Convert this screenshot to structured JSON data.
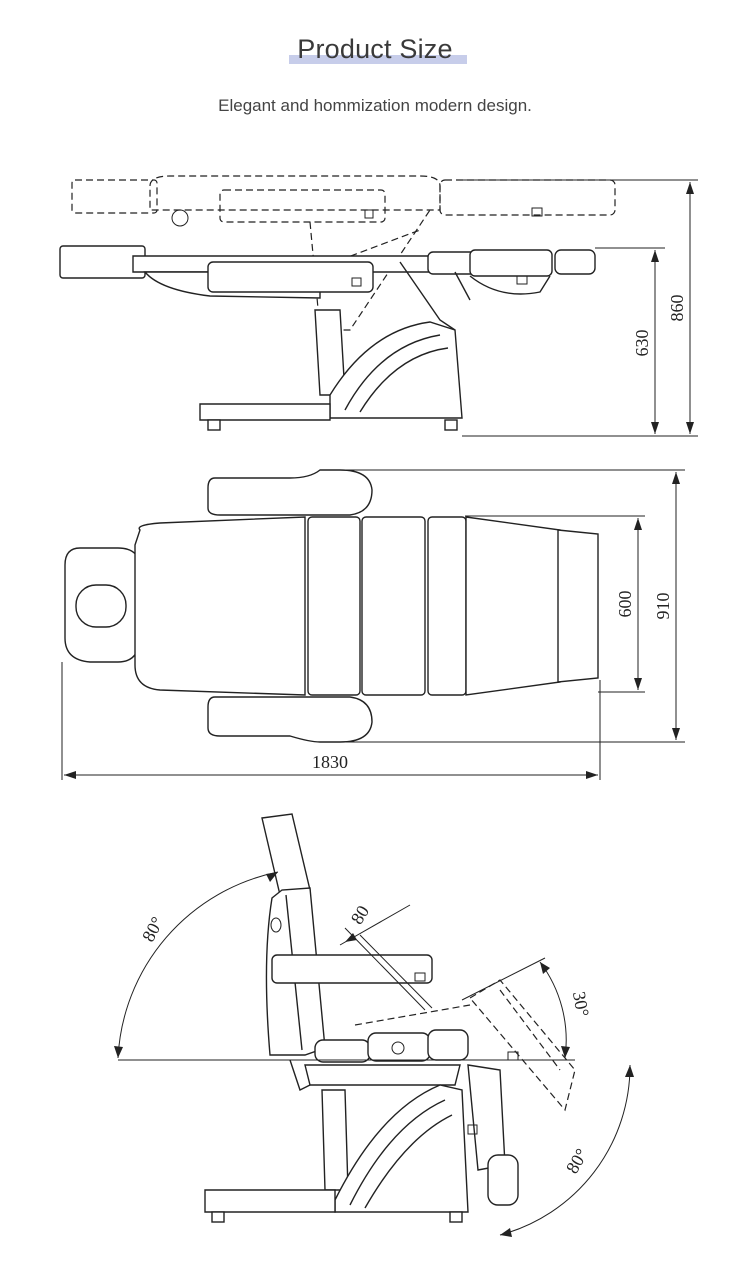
{
  "header": {
    "title": "Product Size",
    "subtitle": "Elegant and  hommization modern design."
  },
  "side_view": {
    "height_low": "630",
    "height_high": "860"
  },
  "top_view": {
    "width_inner": "600",
    "width_outer": "910",
    "length": "1830"
  },
  "recline_view": {
    "back_angle": "80°",
    "arm_width": "80",
    "leg_up_angle": "30°",
    "leg_down_angle": "80°"
  },
  "colors": {
    "title_highlight": "#c7cdea",
    "line": "#222222"
  }
}
